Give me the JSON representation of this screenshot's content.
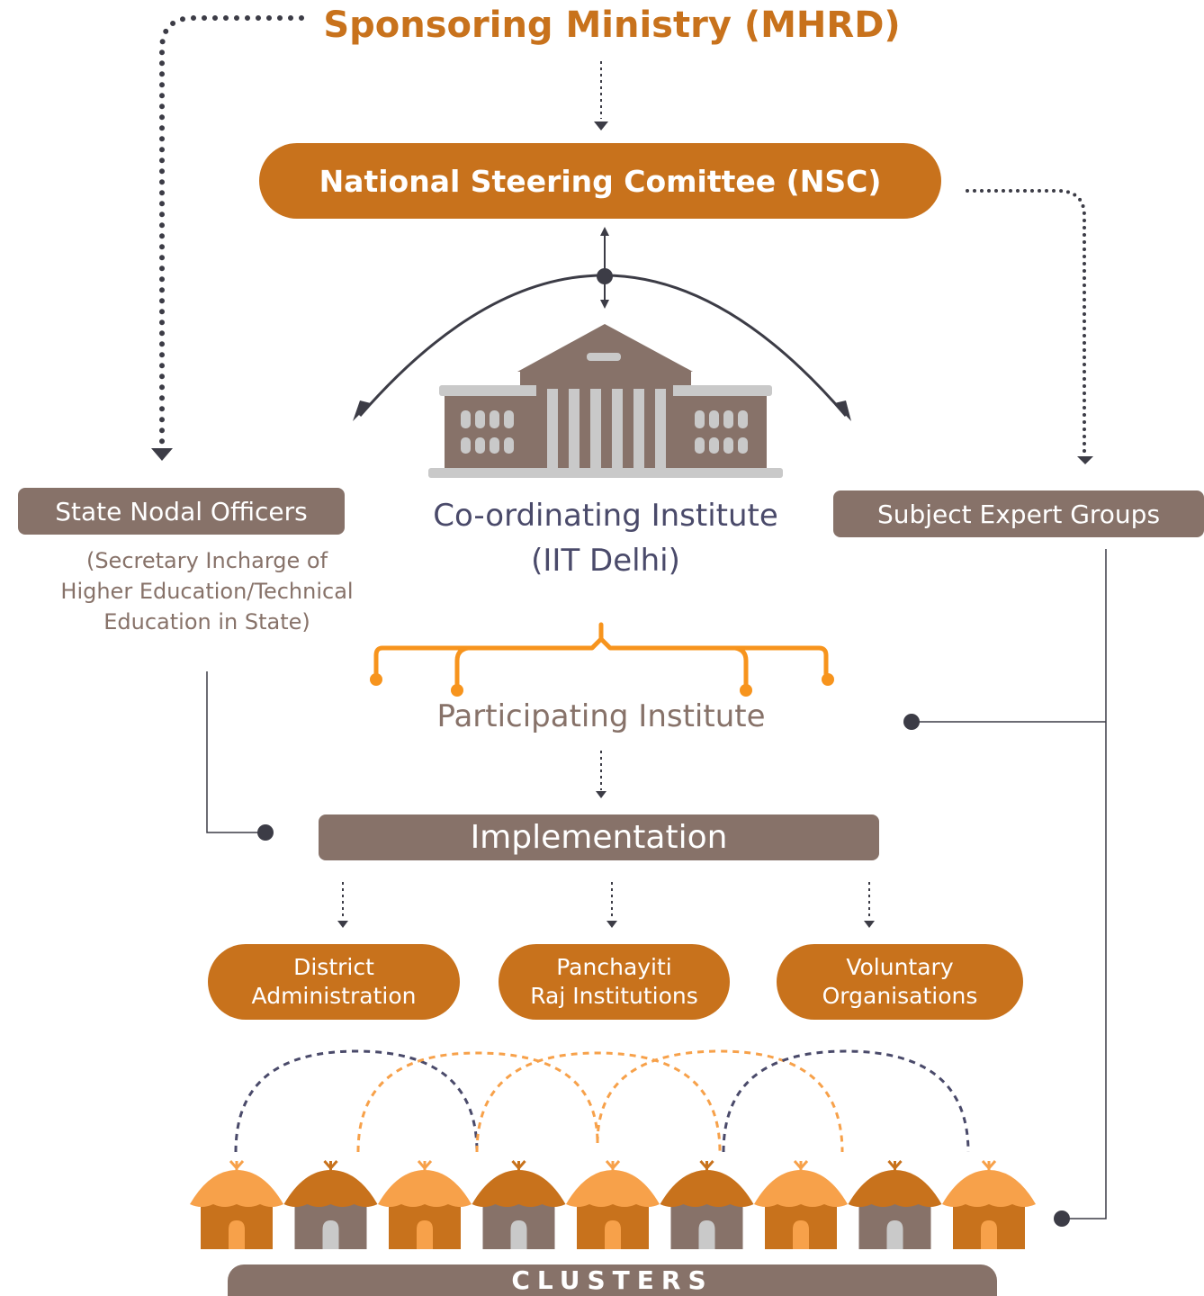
{
  "sponsor": {
    "title": "Sponsoring Ministry (MHRD)"
  },
  "nsc": {
    "label": "National Steering Comittee (NSC)"
  },
  "state_nodal": {
    "label": "State Nodal Officers",
    "note_lines": [
      "(Secretary Incharge of",
      "Higher Education/Technical",
      "Education in State)"
    ]
  },
  "subject_expert": {
    "label": "Subject Expert Groups"
  },
  "coordinating": {
    "line1": "Co-ordinating Institute",
    "line2": "(IIT Delhi)"
  },
  "participating": {
    "label": "Participating Institute"
  },
  "implementation": {
    "label": "Implementation"
  },
  "agencies": [
    {
      "line1": "District",
      "line2": "Administration"
    },
    {
      "line1": "Panchayiti",
      "line2": "Raj Institutions"
    },
    {
      "line1": "Voluntary",
      "line2": "Organisations"
    }
  ],
  "clusters": {
    "label": "CLUSTERS"
  },
  "colors": {
    "orange": "#c8721c",
    "light_orange": "#f7a14a",
    "bright_orange": "#f7941d",
    "brown": "#877269",
    "navy_text": "#4a4a6a",
    "dark_connector": "#3c3c46"
  }
}
